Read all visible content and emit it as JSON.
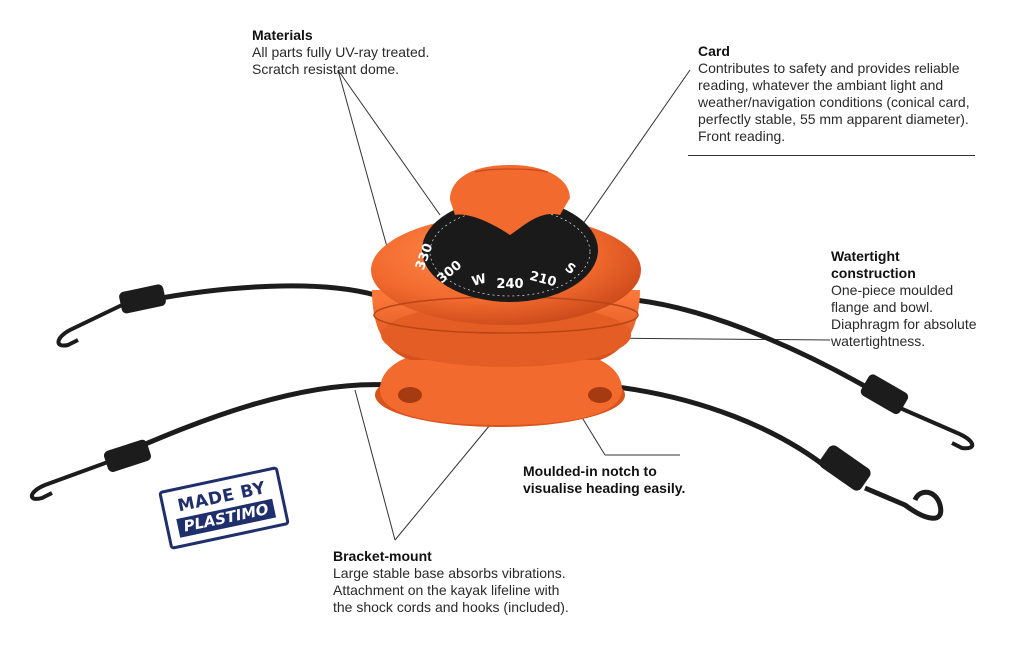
{
  "callouts": {
    "materials": {
      "title": "Materials",
      "lines": [
        "All parts fully UV-ray treated.",
        "Scratch resistant dome."
      ]
    },
    "card": {
      "title": "Card",
      "lines": [
        "Contributes to safety and provides reliable",
        "reading, whatever the ambiant light and",
        "weather/navigation conditions (conical card,",
        "perfectly stable, 55 mm apparent diameter).",
        "Front reading."
      ]
    },
    "watertight": {
      "title_lines": [
        "Watertight",
        "construction"
      ],
      "lines": [
        "One-piece moulded",
        "flange and bowl.",
        "Diaphragm for absolute",
        "watertightness."
      ]
    },
    "notch": {
      "lines": [
        "Moulded-in notch to",
        "visualise heading easily."
      ]
    },
    "bracket": {
      "title": "Bracket-mount",
      "lines": [
        "Large stable base absorbs vibrations.",
        "Attachment on the kayak lifeline with",
        "the shock cords and hooks (included)."
      ]
    }
  },
  "badge": {
    "line1": "MADE BY",
    "line2": "PLASTIMO"
  },
  "compass_card": {
    "labels": [
      "330",
      "300",
      "W",
      "240",
      "210",
      "S"
    ]
  },
  "colors": {
    "body": "#f26a2e",
    "body_dark": "#d9531c",
    "card": "#1a1a1a",
    "cord": "#1c1c1c",
    "badge": "#1f2f6b"
  }
}
